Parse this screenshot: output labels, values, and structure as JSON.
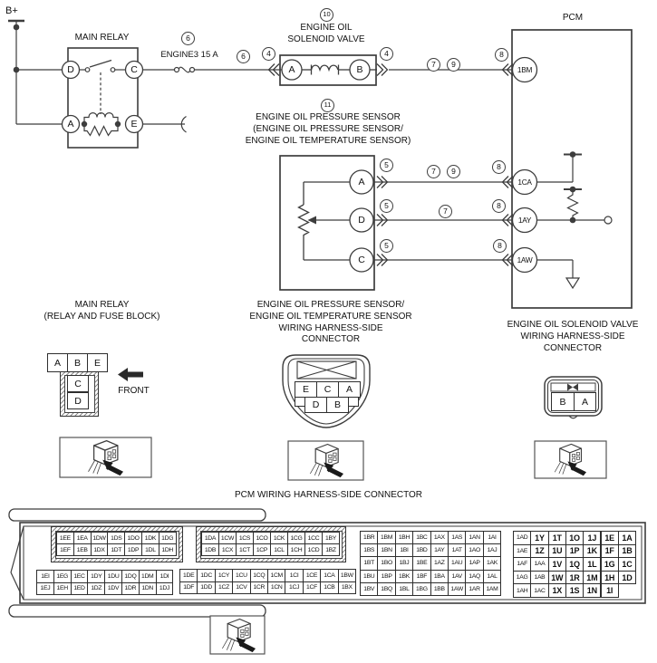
{
  "schematic": {
    "power_label": "B+",
    "main_relay": {
      "title": "MAIN RELAY",
      "terminal_d": "D",
      "terminal_c": "C",
      "terminal_a": "A",
      "terminal_e": "E"
    },
    "fuse": {
      "callout": "6",
      "label": "ENGINE3 15 A"
    },
    "solenoid_valve": {
      "callout": "10",
      "title": "ENGINE OIL\nSOLENOID VALVE",
      "terminal_a": "A",
      "terminal_b": "B"
    },
    "oil_pressure_sensor": {
      "callout": "11",
      "title": "ENGINE OIL PRESSURE SENSOR\n(ENGINE OIL PRESSURE SENSOR/\nENGINE OIL TEMPERATURE SENSOR)",
      "terminal_a": "A",
      "terminal_d": "D",
      "terminal_c": "C"
    },
    "pcm": {
      "title": "PCM",
      "pin_1bm": "1BM",
      "pin_1ca": "1CA",
      "pin_1ay": "1AY",
      "pin_1aw": "1AW"
    },
    "wire_callouts": [
      "6",
      "4",
      "4",
      "7",
      "9",
      "8",
      "5",
      "7",
      "9",
      "8",
      "5",
      "7",
      "8",
      "5",
      "8"
    ]
  },
  "connector_views": {
    "relay_block": {
      "title": "MAIN RELAY\n(RELAY AND FUSE BLOCK)",
      "front_label": "FRONT",
      "top_row": [
        "A",
        "B",
        "E"
      ],
      "bottom_column": [
        "C",
        "D"
      ]
    },
    "sensor_connector": {
      "title": "ENGINE OIL PRESSURE SENSOR/\nENGINE OIL TEMPERATURE SENSOR\nWIRING HARNESS-SIDE\nCONNECTOR",
      "row1": [
        "E",
        "C",
        "A"
      ],
      "row2": [
        "D",
        "B"
      ]
    },
    "valve_connector": {
      "title": "ENGINE OIL SOLENOID VALVE\nWIRING HARNESS-SIDE\nCONNECTOR",
      "cells": [
        "B",
        "A"
      ]
    },
    "pcm_connector": {
      "title": "PCM WIRING HARNESS-SIDE CONNECTOR",
      "blocks": [
        {
          "rows": [
            [
              "1EE",
              "1EA",
              "1DW",
              "1DS",
              "1DO",
              "1DK",
              "1DG"
            ],
            [
              "1EF",
              "1EB",
              "1DX",
              "1DT",
              "1DP",
              "1DL",
              "1DH"
            ]
          ]
        },
        {
          "rows": [
            [
              "1DA",
              "1CW",
              "1CS",
              "1CO",
              "1CK",
              "1CG",
              "1CC",
              "1BY"
            ],
            [
              "1DB",
              "1CX",
              "1CT",
              "1CP",
              "1CL",
              "1CH",
              "1CD",
              "1BZ"
            ]
          ]
        },
        {
          "rows": [
            [
              "1BR",
              "1BM",
              "1BH",
              "1BC",
              "1AX",
              "1AS",
              "1AN",
              "1AI"
            ],
            [
              "1BS",
              "1BN",
              "1BI",
              "1BD",
              "1AY",
              "1AT",
              "1AO",
              "1AJ"
            ],
            [
              "1BT",
              "1BO",
              "1BJ",
              "1BE",
              "1AZ",
              "1AU",
              "1AP",
              "1AK"
            ],
            [
              "1BU",
              "1BP",
              "1BK",
              "1BF",
              "1BA",
              "1AV",
              "1AQ",
              "1AL"
            ],
            [
              "1BV",
              "1BQ",
              "1BL",
              "1BG",
              "1BB",
              "1AW",
              "1AR",
              "1AM"
            ]
          ]
        },
        {
          "rows": [
            [
              "1AD",
              "1Y",
              "1T",
              "1O",
              "1J",
              "1E",
              "1A"
            ],
            [
              "1AE",
              "1Z",
              "1U",
              "1P",
              "1K",
              "1F",
              "1B"
            ],
            [
              "1AF",
              "1AA",
              "1V",
              "1Q",
              "1L",
              "1G",
              "1C"
            ],
            [
              "1AG",
              "1AB",
              "1W",
              "1R",
              "1M",
              "1H",
              "1D"
            ],
            [
              "1AH",
              "1AC",
              "1X",
              "1S",
              "1N",
              "1I"
            ]
          ]
        },
        {
          "rows": [
            [
              "1EI",
              "1EG",
              "1EC",
              "1DY",
              "1DU",
              "1DQ",
              "1DM",
              "1DI"
            ],
            [
              "1EJ",
              "1EH",
              "1ED",
              "1DZ",
              "1DV",
              "1DR",
              "1DN",
              "1DJ"
            ]
          ]
        },
        {
          "rows": [
            [
              "1DE",
              "1DC",
              "1CY",
              "1CU",
              "1CQ",
              "1CM",
              "1CI",
              "1CE",
              "1CA",
              "1BW"
            ],
            [
              "1DF",
              "1DD",
              "1CZ",
              "1CV",
              "1CR",
              "1CN",
              "1CJ",
              "1CF",
              "1CB",
              "1BX"
            ]
          ]
        }
      ]
    }
  }
}
